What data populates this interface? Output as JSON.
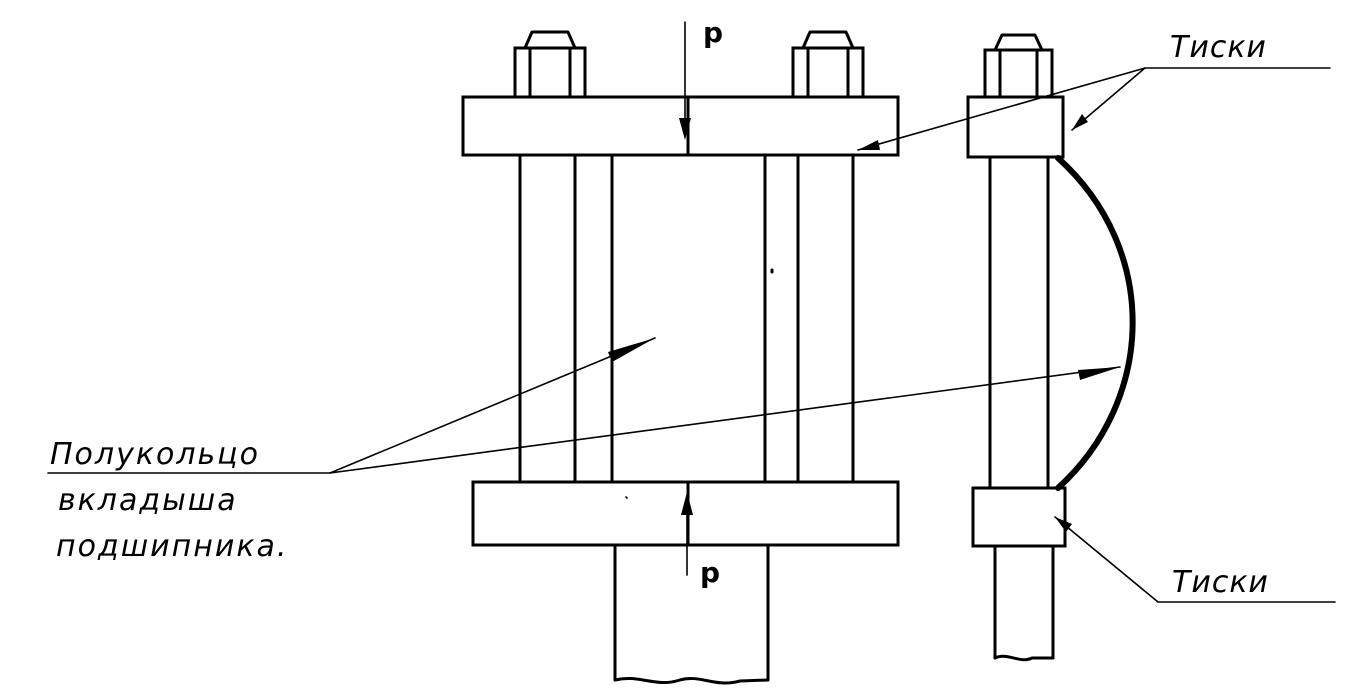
{
  "labels": {
    "vise_top": "Тиски",
    "vise_bottom": "Тиски",
    "half_ring_line1": "Полукольцо",
    "half_ring_line2": "вкладыша",
    "half_ring_line3": "подшипника.",
    "force_top": "p",
    "force_bottom": "p"
  }
}
